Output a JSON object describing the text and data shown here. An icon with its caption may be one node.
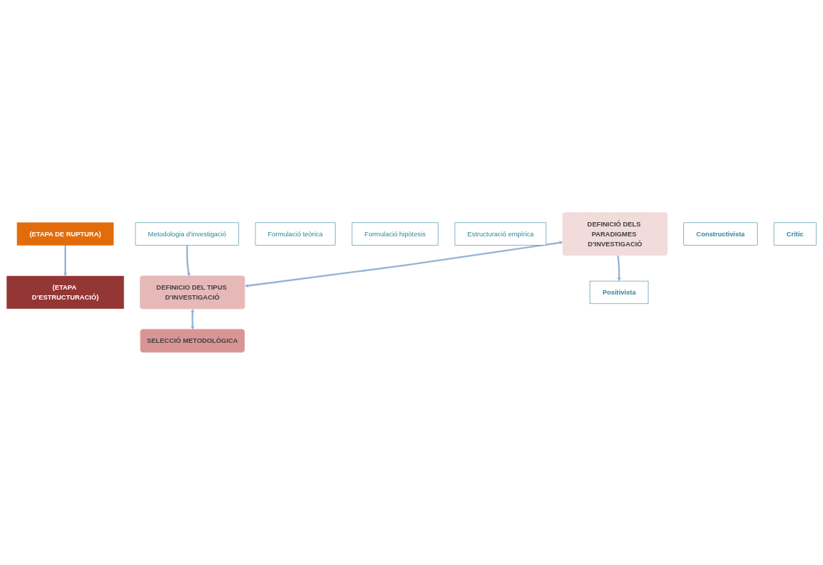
{
  "diagram": {
    "nodes": [
      {
        "text": [
          "(ETAPA DE RUPTURA)"
        ]
      },
      {
        "text": [
          "(ETAPA D’ESTRUCTURACIÓ)"
        ]
      },
      {
        "text": [
          "Metodologia d’investigació"
        ]
      },
      {
        "text": [
          "Formulació teòrica"
        ]
      },
      {
        "text": [
          "Formulació hipòtesis"
        ]
      },
      {
        "text": [
          "Estructuració empírica"
        ]
      },
      {
        "text": [
          "DEFINICIÓ DELS PARADIGMES D’INVESTIGACIÓ"
        ]
      },
      {
        "text": [
          "DEFINICIO DEL TIPUS D’INVESTIGACIÓ"
        ]
      },
      {
        "text": [
          "SELECCIÓ METODOLÒGICA"
        ]
      },
      {
        "text": [
          "Positivista"
        ]
      },
      {
        "text": [
          "Constructivista"
        ]
      },
      {
        "text": [
          "Crític"
        ]
      }
    ],
    "edges": [
      {
        "from": 0,
        "to": 1,
        "arrow": "to"
      },
      {
        "from": 2,
        "to": 7,
        "arrow": "to"
      },
      {
        "from": 6,
        "to": 7,
        "arrow": "both"
      },
      {
        "from": 7,
        "to": 8,
        "arrow": "both"
      },
      {
        "from": 6,
        "to": 9,
        "arrow": "to"
      }
    ]
  }
}
